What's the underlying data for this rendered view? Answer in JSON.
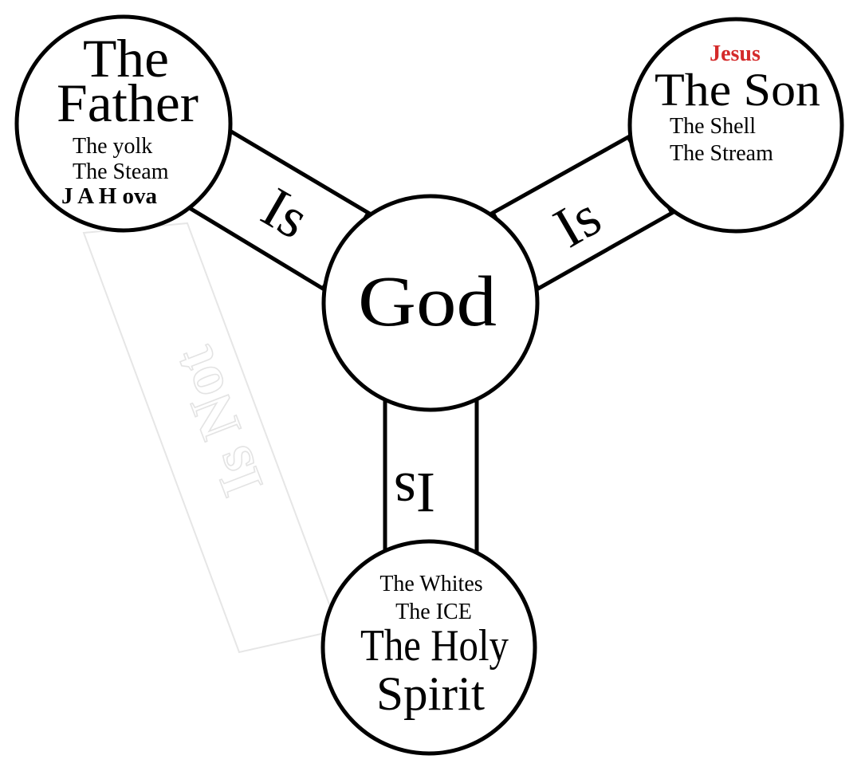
{
  "center": {
    "label": "God"
  },
  "father": {
    "title_line1": "The",
    "title_line2": "Father",
    "line1": "The yolk",
    "line2": "The Steam",
    "line3": "J A H ova"
  },
  "son": {
    "name": "Jesus",
    "title": "The Son",
    "line1": "The Shell",
    "line2": "The Stream"
  },
  "spirit": {
    "line1": "The Whites",
    "line2": "The ICE",
    "title_line1": "The Holy",
    "title_line2": "Spirit"
  },
  "connectors": {
    "father_god": "Is",
    "son_god": "Is",
    "spirit_god": "Is"
  },
  "faint_band": {
    "label": "Is Not"
  },
  "colors": {
    "stroke": "#000000",
    "accent_name": "#d42a2a",
    "faint": "#e3e3e3"
  }
}
